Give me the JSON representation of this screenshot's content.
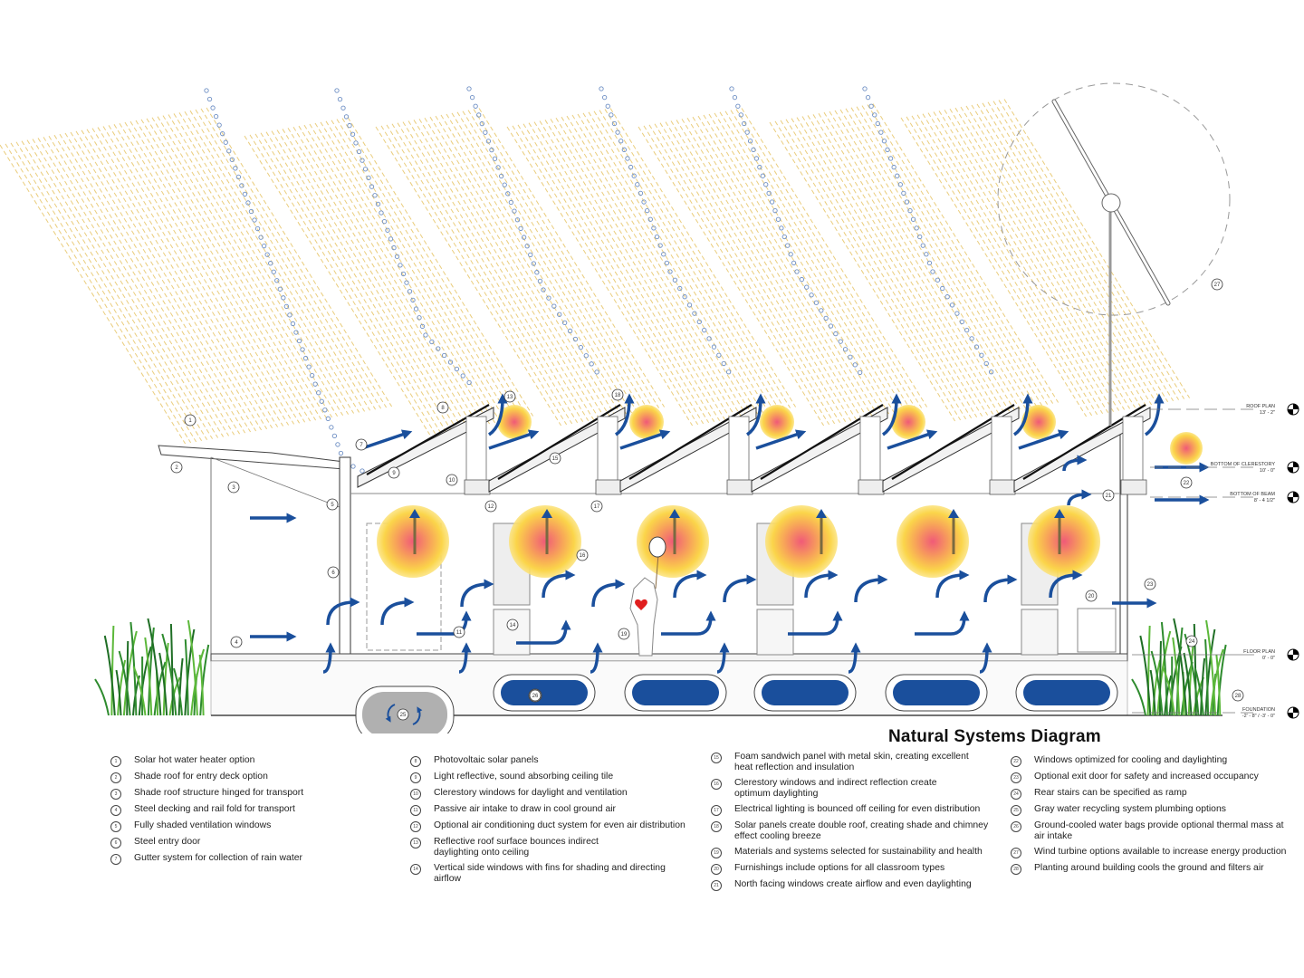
{
  "title": "Natural Systems Diagram",
  "colors": {
    "airflow": "#1a4f9c",
    "sunlight": "#e8c870",
    "reflection_dots": "#6e8fc4",
    "heat_glow_inner": "#f06070",
    "heat_glow_outer": "#f8e060",
    "grass": "#3aa32f",
    "water_bag": "#1a4f9c",
    "gray_water": "#b0b0b0",
    "structure": "#555555"
  },
  "levels": [
    {
      "name": "ROOF PLAN",
      "elevation": "13' - 2\""
    },
    {
      "name": "BOTTOM OF CLERESTORY",
      "elevation": "10' - 0\""
    },
    {
      "name": "BOTTOM OF BEAM",
      "elevation": "8' - 4 1/2\""
    },
    {
      "name": "FLOOR PLAN",
      "elevation": "0' - 0\""
    },
    {
      "name": "FOUNDATION",
      "elevation": "-2' - 8\" / -3' - 0\""
    }
  ],
  "tags": {
    "t1": "1",
    "t2": "2",
    "t3": "3",
    "t4": "4",
    "t5": "5",
    "t6": "6",
    "t7": "7",
    "t8": "8",
    "t9": "9",
    "t10": "10",
    "t11": "11",
    "t12": "12",
    "t13": "13",
    "t14": "14",
    "t15": "15",
    "t16": "16",
    "t17": "17",
    "t18": "18",
    "t19": "19",
    "t20": "20",
    "t21": "21",
    "t22": "22",
    "t23": "23",
    "t24": "24",
    "t25": "25",
    "t26": "26",
    "t27": "27",
    "t28": "28"
  },
  "legend": {
    "col1": [
      {
        "num": "1",
        "text": "Solar hot water heater option"
      },
      {
        "num": "2",
        "text": "Shade roof for entry deck option"
      },
      {
        "num": "3",
        "text": "Shade roof structure hinged for transport"
      },
      {
        "num": "4",
        "text": "Steel decking and rail fold for transport"
      },
      {
        "num": "5",
        "text": "Fully shaded ventilation windows"
      },
      {
        "num": "6",
        "text": "Steel entry door"
      },
      {
        "num": "7",
        "text": "Gutter system for collection of rain water"
      }
    ],
    "col2": [
      {
        "num": "8",
        "text": "Photovoltaic solar panels"
      },
      {
        "num": "9",
        "text": "Light reflective, sound absorbing ceiling tile"
      },
      {
        "num": "10",
        "text": "Clerestory windows for daylight and ventilation"
      },
      {
        "num": "11",
        "text": "Passive air intake to draw in cool ground air"
      },
      {
        "num": "12",
        "text": "Optional air conditioning duct system for even air distribution"
      },
      {
        "num": "13",
        "text": "Reflective roof surface bounces indirect\ndaylighting onto ceiling"
      },
      {
        "num": "14",
        "text": "Vertical side windows with fins for shading and directing\nairflow"
      }
    ],
    "col3": [
      {
        "num": "15",
        "text": "Foam sandwich panel with metal skin, creating excellent\nheat reflection and insulation"
      },
      {
        "num": "16",
        "text": "Clerestory windows and indirect reflection create\noptimum daylighting"
      },
      {
        "num": "17",
        "text": "Electrical lighting is bounced off ceiling for even distribution"
      },
      {
        "num": "18",
        "text": "Solar panels create double roof, creating shade and chimney\neffect cooling breeze"
      },
      {
        "num": "19",
        "text": "Materials and systems selected for sustainability and health"
      },
      {
        "num": "20",
        "text": "Furnishings include options for all classroom types"
      },
      {
        "num": "21",
        "text": "North facing windows create airflow and even daylighting"
      }
    ],
    "col4": [
      {
        "num": "22",
        "text": "Windows optimized for cooling and daylighting"
      },
      {
        "num": "23",
        "text": "Optional exit door for safety and increased occupancy"
      },
      {
        "num": "24",
        "text": "Rear stairs can be specified as ramp"
      },
      {
        "num": "25",
        "text": "Gray water recycling system plumbing options"
      },
      {
        "num": "26",
        "text": "Ground-cooled water bags provide optional thermal mass at\nair intake"
      },
      {
        "num": "27",
        "text": "Wind turbine options available to increase energy production"
      },
      {
        "num": "28",
        "text": "Planting around building cools the ground and filters air"
      }
    ]
  }
}
